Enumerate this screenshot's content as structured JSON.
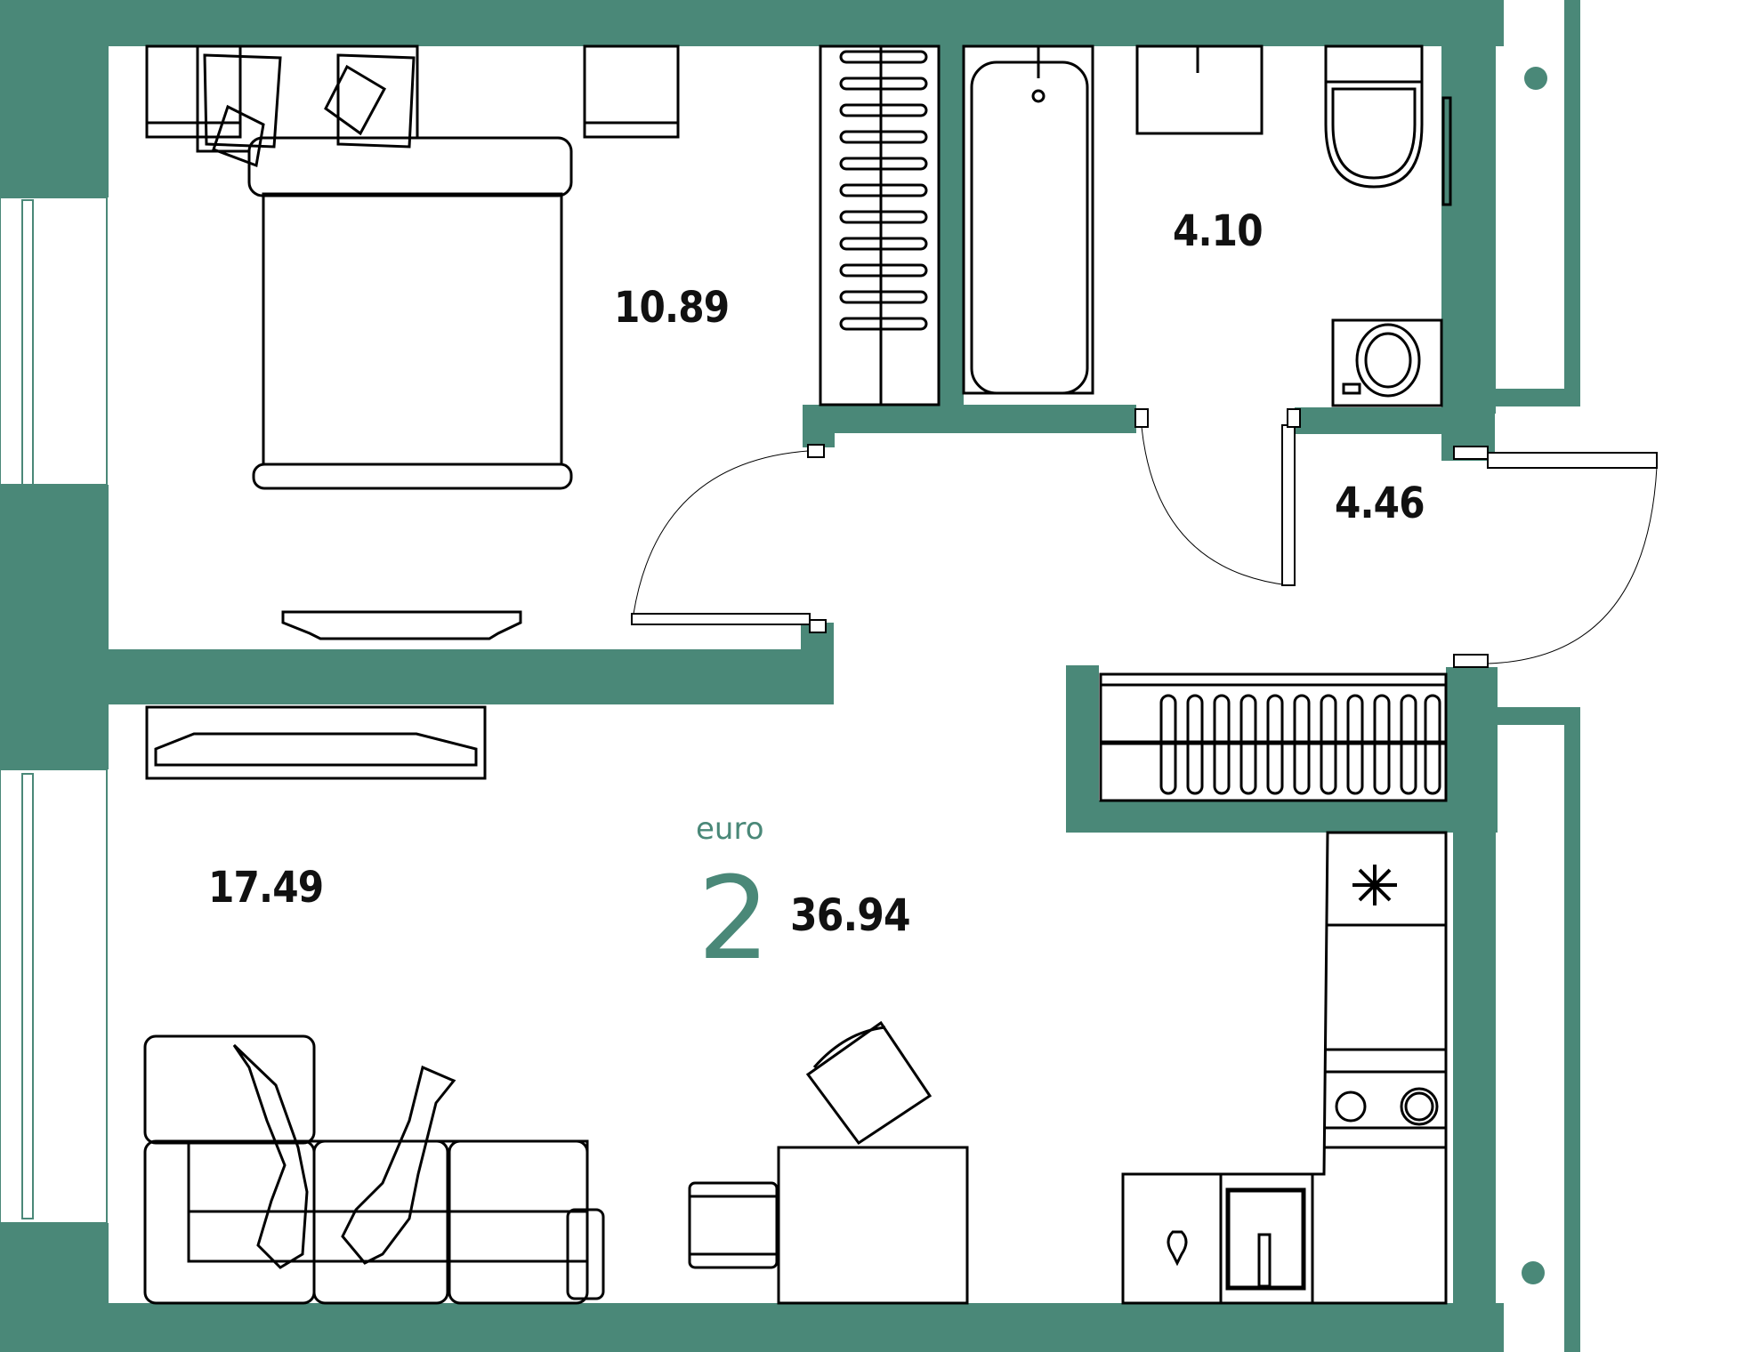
{
  "plan": {
    "type": "apartment floor plan",
    "format_label": "euro",
    "room_count": "2",
    "total_area": "36.94",
    "colors": {
      "wall": "#4a8878",
      "line": "#000000",
      "background": "#ffffff",
      "accent_text": "#4a8878"
    },
    "rooms": [
      {
        "name": "bedroom",
        "area": "10.89"
      },
      {
        "name": "bathroom",
        "area": "4.10"
      },
      {
        "name": "hallway",
        "area": "4.46"
      },
      {
        "name": "living-kitchen",
        "area": "17.49"
      }
    ],
    "fixtures": [
      "double-bed",
      "bedside-table-left",
      "bedside-table-right",
      "wardrobe-bedroom",
      "tv-unit-bedroom",
      "tv-unit-living",
      "bathtub",
      "sink",
      "toilet",
      "heated-towel-rail",
      "washing-machine",
      "wardrobe-hallway",
      "refrigerator",
      "cooktop",
      "kitchen-sink",
      "dishwasher",
      "sofa",
      "dining-table",
      "chair",
      "armchair",
      "people-on-sofa",
      "windows",
      "entrance-door",
      "interior-doors"
    ]
  }
}
